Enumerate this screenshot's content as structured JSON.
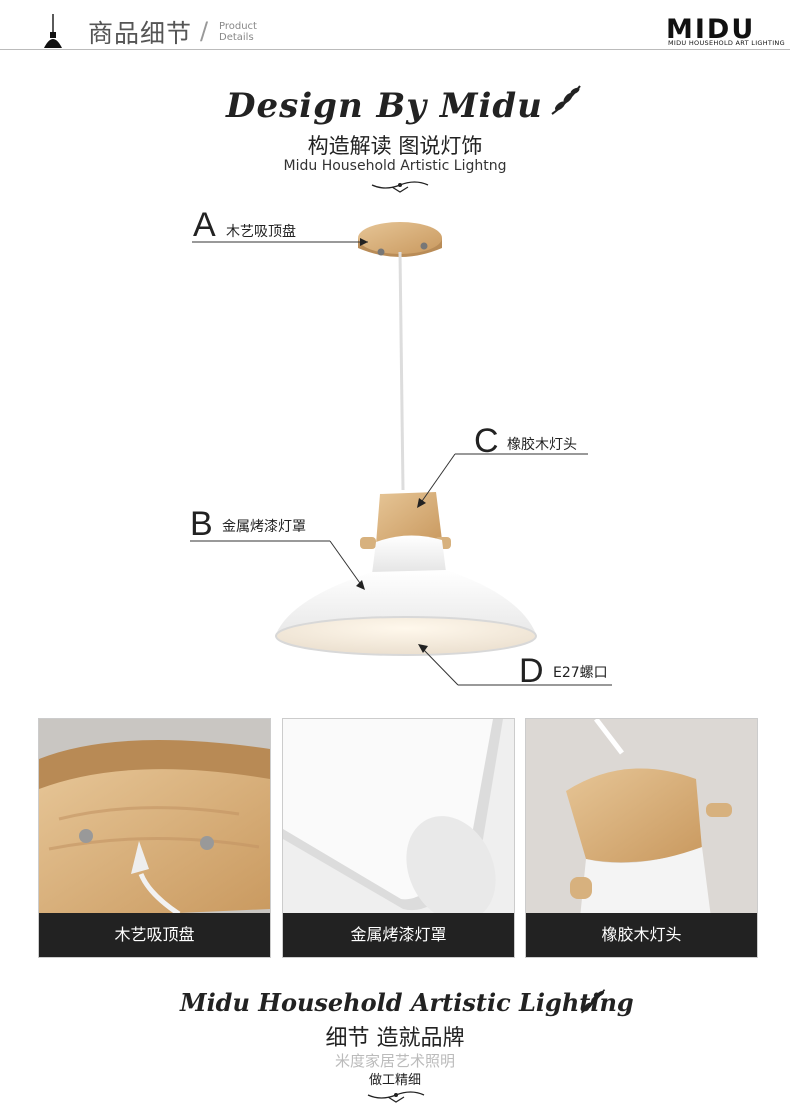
{
  "header": {
    "title": "商品细节",
    "slash": "/",
    "subtitle_line1": "Product",
    "subtitle_line2": "Details",
    "brand": "MIDU",
    "brand_sub": "MIDU HOUSEHOLD ART LIGHTING",
    "icon": "pendant-lamp-icon"
  },
  "section1": {
    "script_title": "Design By Midu",
    "cn_title": "构造解读 图说灯饰",
    "en_subtitle": "Midu Household Artistic Lightng"
  },
  "callouts": [
    {
      "letter": "A",
      "label": "木艺吸顶盘"
    },
    {
      "letter": "B",
      "label": "金属烤漆灯罩"
    },
    {
      "letter": "C",
      "label": "橡胶木灯头"
    },
    {
      "letter": "D",
      "label": "E27螺口"
    }
  ],
  "thumbnails": [
    {
      "caption": "木艺吸顶盘"
    },
    {
      "caption": "金属烤漆灯罩"
    },
    {
      "caption": "橡胶木灯头"
    }
  ],
  "section2": {
    "script_title": "Midu Household Artistic Lighting",
    "cn_title": "细节 造就品牌",
    "sub_line1": "米度家居艺术照明",
    "sub_line2": "做工精细"
  },
  "colors": {
    "wood": "#d9b27f",
    "shade": "#f7f7f7",
    "caption_bg": "#222222"
  }
}
